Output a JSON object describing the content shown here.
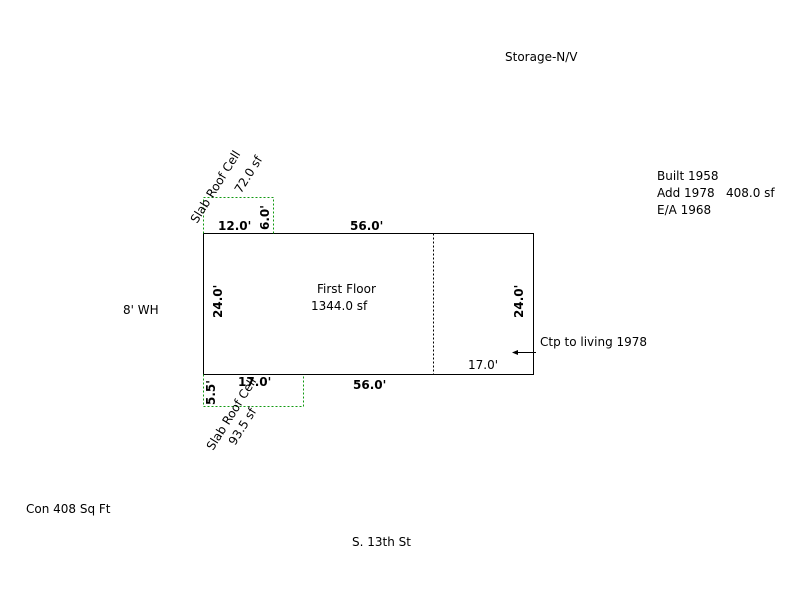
{
  "labels": {
    "storage": "Storage-N/V",
    "built": "Built 1958",
    "add": "Add 1978",
    "add_area": "408.0 sf",
    "ea": "E/A 1968",
    "wh": "8' WH",
    "first_floor": "First Floor",
    "first_floor_area": "1344.0 sf",
    "ctp": "Ctp to living 1978",
    "con": "Con 408 Sq Ft",
    "street": "S. 13th St"
  },
  "slab_top": {
    "name": "Slab Roof Cell",
    "area": "72.0 sf",
    "dim_width": "12.0'",
    "dim_height": "6.0'"
  },
  "slab_bottom": {
    "name": "Slab Roof Cell",
    "area": "93.5 sf",
    "dim_width": "17.0'",
    "dim_height": "5.5'"
  },
  "dimensions": {
    "top": "56.0'",
    "bottom": "56.0'",
    "left": "24.0'",
    "right": "24.0'",
    "addition_width": "17.0'"
  }
}
